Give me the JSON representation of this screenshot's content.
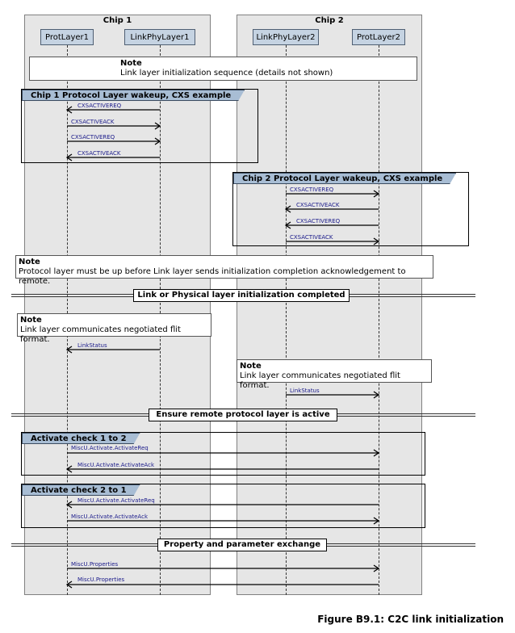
{
  "chips": [
    {
      "title": "Chip 1",
      "participants": [
        "ProtLayer1",
        "LinkPhyLayer1"
      ]
    },
    {
      "title": "Chip 2",
      "participants": [
        "LinkPhyLayer2",
        "ProtLayer2"
      ]
    }
  ],
  "notes": [
    {
      "title": "Note",
      "text": "Link layer initialization sequence (details not shown)"
    },
    {
      "title": "Note",
      "text": "Protocol layer must be up before Link layer sends initialization completion acknowledgement to remote."
    },
    {
      "title": "Note",
      "text": "Link layer communicates negotiated flit format."
    },
    {
      "title": "Note",
      "text": "Link layer communicates negotiated flit format."
    }
  ],
  "frames": [
    {
      "label": "Chip 1 Protocol Layer wakeup, CXS example"
    },
    {
      "label": "Chip 2 Protocol Layer wakeup, CXS example"
    },
    {
      "label": "Activate check 1 to 2"
    },
    {
      "label": "Activate check 2 to 1"
    }
  ],
  "dividers": [
    {
      "label": "Link or Physical layer initialization completed"
    },
    {
      "label": "Ensure remote protocol layer is active"
    },
    {
      "label": "Property and parameter exchange"
    }
  ],
  "messages": [
    {
      "label": "CXSACTIVEREQ",
      "from": "LinkPhyLayer1",
      "to": "ProtLayer1"
    },
    {
      "label": "CXSACTIVEACK",
      "from": "ProtLayer1",
      "to": "LinkPhyLayer1"
    },
    {
      "label": "CXSACTIVEREQ",
      "from": "ProtLayer1",
      "to": "LinkPhyLayer1"
    },
    {
      "label": "CXSACTIVEACK",
      "from": "LinkPhyLayer1",
      "to": "ProtLayer1"
    },
    {
      "label": "CXSACTIVEREQ",
      "from": "LinkPhyLayer2",
      "to": "ProtLayer2"
    },
    {
      "label": "CXSACTIVEACK",
      "from": "ProtLayer2",
      "to": "LinkPhyLayer2"
    },
    {
      "label": "CXSACTIVEREQ",
      "from": "ProtLayer2",
      "to": "LinkPhyLayer2"
    },
    {
      "label": "CXSACTIVEACK",
      "from": "LinkPhyLayer2",
      "to": "ProtLayer2"
    },
    {
      "label": "LinkStatus",
      "from": "LinkPhyLayer1",
      "to": "ProtLayer1"
    },
    {
      "label": "LinkStatus",
      "from": "LinkPhyLayer2",
      "to": "ProtLayer2"
    },
    {
      "label": "MiscU.Activate.ActivateReq",
      "from": "ProtLayer1",
      "to": "ProtLayer2"
    },
    {
      "label": "MiscU.Activate.ActivateAck",
      "from": "ProtLayer2",
      "to": "ProtLayer1"
    },
    {
      "label": "MiscU.Activate.ActivateReq",
      "from": "ProtLayer2",
      "to": "ProtLayer1"
    },
    {
      "label": "MiscU.Activate.ActivateAck",
      "from": "ProtLayer1",
      "to": "ProtLayer2"
    },
    {
      "label": "MiscU.Properties",
      "from": "ProtLayer1",
      "to": "ProtLayer2"
    },
    {
      "label": "MiscU.Properties",
      "from": "ProtLayer2",
      "to": "ProtLayer1"
    }
  ],
  "caption": "Figure B9.1: C2C link initialization",
  "colors": {
    "participant_fill": "#c5d3e2",
    "frame_label_fill": "#a8bdd4",
    "chip_bg": "#e6e6e6",
    "message_label": "#1a1a8a"
  }
}
